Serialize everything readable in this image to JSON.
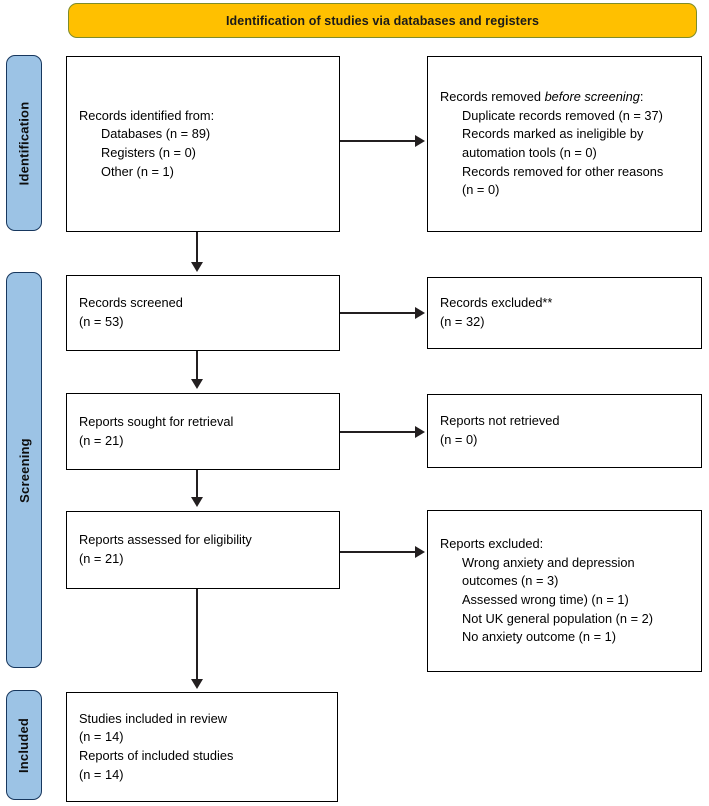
{
  "banner": {
    "title": "Identification of studies via databases and registers"
  },
  "stages": [
    {
      "id": "identification",
      "label": "Identification"
    },
    {
      "id": "screening",
      "label": "Screening"
    },
    {
      "id": "included",
      "label": "Included"
    }
  ],
  "boxes": {
    "records_identified": {
      "heading": "Records identified from:",
      "items": [
        "Databases (n = 89)",
        "Registers (n = 0)",
        "Other (n = 1)"
      ]
    },
    "records_removed": {
      "heading_pre": "Records removed ",
      "heading_em": "before screening",
      "heading_post": ":",
      "items": [
        "Duplicate records removed (n = 37)",
        "Records marked as ineligible by",
        "automation tools (n = 0)",
        "Records removed for other reasons",
        "(n = 0)"
      ]
    },
    "records_screened": {
      "line1": "Records screened",
      "line2": "(n = 53)"
    },
    "records_excluded": {
      "line1": "Records excluded**",
      "line2": "(n = 32)"
    },
    "reports_sought": {
      "line1": "Reports sought for retrieval",
      "line2": "(n = 21)"
    },
    "reports_not_retrieved": {
      "line1": "Reports not retrieved",
      "line2": "(n = 0)"
    },
    "reports_assessed": {
      "line1": "Reports assessed for eligibility",
      "line2": "(n = 21)"
    },
    "reports_excluded": {
      "heading": "Reports excluded:",
      "items": [
        "Wrong anxiety and depression",
        "outcomes (n = 3)",
        "Assessed wrong time) (n = 1)",
        "Not UK general population (n = 2)",
        "No anxiety outcome (n = 1)"
      ]
    },
    "studies_included": {
      "line1": "Studies included in review",
      "line2": "(n = 14)",
      "line3": "Reports of included studies",
      "line4": "(n = 14)"
    }
  },
  "colors": {
    "banner_fill": "#FFC000",
    "banner_border": "#7E8C2A",
    "stage_fill": "#9CC3E5",
    "stage_border": "#17375E",
    "box_border": "#000000",
    "connector": "#231f20",
    "background": "#ffffff"
  }
}
